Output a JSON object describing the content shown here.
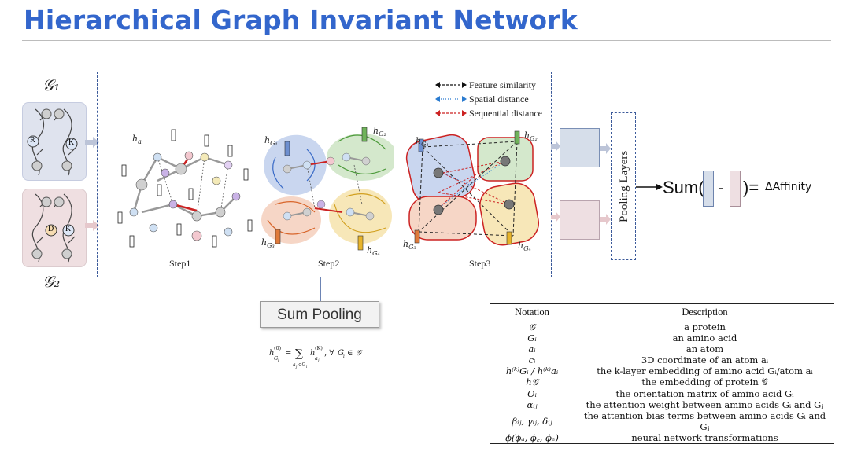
{
  "title": "Hierarchical Graph Invariant Network",
  "graphs": {
    "g1_label": "𝒢₁",
    "g2_label": "𝒢₂",
    "g1_residues": [
      "R",
      "K"
    ],
    "g2_residues": [
      "D",
      "K"
    ]
  },
  "steps": {
    "step1": "Step1",
    "step2": "Step2",
    "step3": "Step3"
  },
  "node_labels": {
    "h_ai": "h",
    "h_ai_sub": "aᵢ",
    "h_g1": "h",
    "h_g1_sub": "G₁",
    "h_g2": "h",
    "h_g2_sub": "G₂",
    "h_g3": "h",
    "h_g3_sub": "G₃",
    "h_g4": "h",
    "h_g4_sub": "G₄"
  },
  "legend": {
    "feature": "Feature similarity",
    "spatial": "Spatial distance",
    "sequential": "Sequential distance"
  },
  "sum_pooling": "Sum Pooling",
  "formula": "h_{G_i}^{(0)} = Σ_{a_j∈G_i} h_{a_j}^{(K)}, ∀G_i ∈ 𝒢",
  "pooling_layers": "Pooling Layers",
  "sum_word": "Sum(",
  "sum_minus": "-",
  "sum_close": ")=",
  "affinity": "ΔAffinity",
  "table": {
    "header_notation": "Notation",
    "header_description": "Description",
    "rows": [
      {
        "notation": "𝒢",
        "description": "a protein"
      },
      {
        "notation": "Gᵢ",
        "description": "an amino acid"
      },
      {
        "notation": "aᵢ",
        "description": "an atom"
      },
      {
        "notation": "cᵢ",
        "description": "3D coordinate of an atom aᵢ"
      },
      {
        "notation": "h⁽ᵏ⁾Gᵢ / h⁽ᵏ⁾aᵢ",
        "description": "the k-layer embedding of amino acid Gᵢ/atom aᵢ"
      },
      {
        "notation": "h𝒢",
        "description": "the embedding of protein 𝒢"
      },
      {
        "notation": "Oᵢ",
        "description": "the orientation matrix of amino acid Gᵢ"
      },
      {
        "notation": "αᵢⱼ",
        "description": "the attention weight between amino acids Gᵢ and Gⱼ"
      },
      {
        "notation": "βᵢⱼ, γᵢⱼ, δᵢⱼ",
        "description": "the attention bias terms between amino acids Gᵢ and Gⱼ"
      },
      {
        "notation": "ϕ(ϕₐ, ϕ꜀, ϕₑ)",
        "description": "neural network transformations"
      }
    ]
  },
  "colors": {
    "title_blue": "#3366cc",
    "dash_blue": "#3b5a9a",
    "g1_card": "#dfe3ee",
    "g2_card": "#efdfe1",
    "blue_region": "#c9d6ef",
    "green_region": "#d4e8cc",
    "orange_region": "#f6d6c6",
    "yellow_region": "#f7e7b8",
    "red_edge": "#cc2222",
    "blue_square": "#d6deea",
    "pink_square": "#eedfe2"
  }
}
